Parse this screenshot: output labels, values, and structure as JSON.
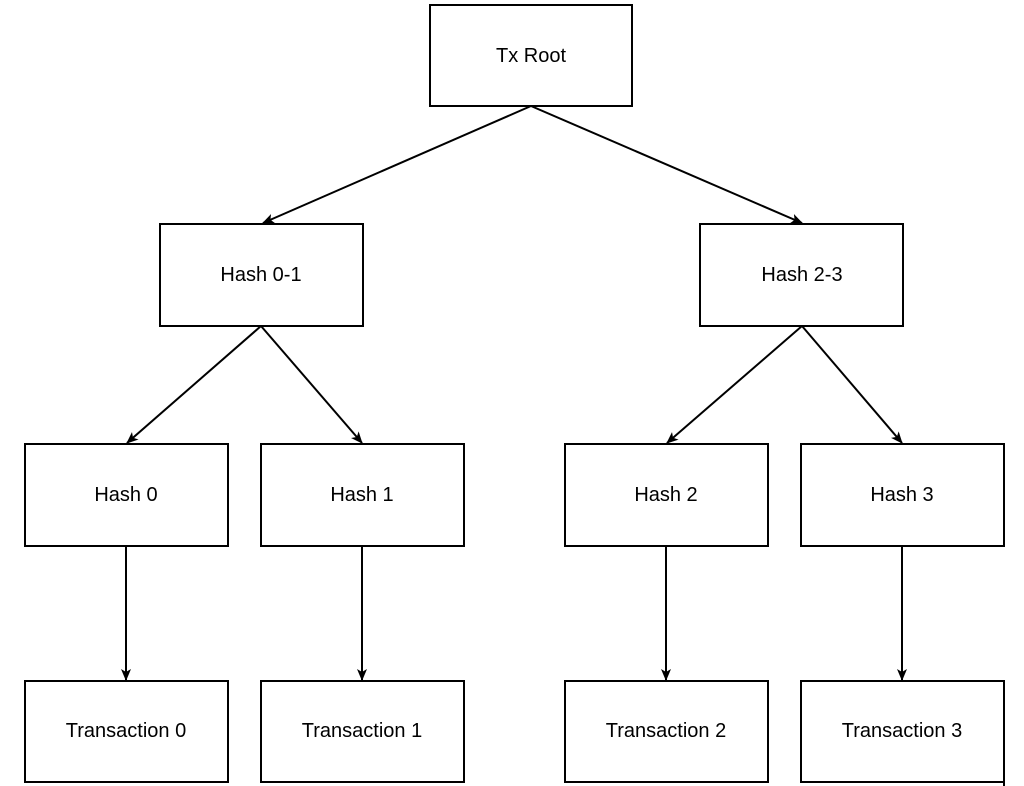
{
  "diagram": {
    "nodes": {
      "tx_root": "Tx Root",
      "hash_0_1": "Hash 0-1",
      "hash_2_3": "Hash 2-3",
      "hash_0": "Hash 0",
      "hash_1": "Hash 1",
      "hash_2": "Hash 2",
      "hash_3": "Hash 3",
      "transaction_0": "Transaction 0",
      "transaction_1": "Transaction 1",
      "transaction_2": "Transaction 2",
      "transaction_3": "Transaction 3"
    },
    "edges": [
      {
        "from": "tx_root",
        "to": "hash_0_1"
      },
      {
        "from": "tx_root",
        "to": "hash_2_3"
      },
      {
        "from": "hash_0_1",
        "to": "hash_0"
      },
      {
        "from": "hash_0_1",
        "to": "hash_1"
      },
      {
        "from": "hash_2_3",
        "to": "hash_2"
      },
      {
        "from": "hash_2_3",
        "to": "hash_3"
      },
      {
        "from": "hash_0",
        "to": "transaction_0"
      },
      {
        "from": "hash_1",
        "to": "transaction_1"
      },
      {
        "from": "hash_2",
        "to": "transaction_2"
      },
      {
        "from": "hash_3",
        "to": "transaction_3"
      }
    ]
  }
}
